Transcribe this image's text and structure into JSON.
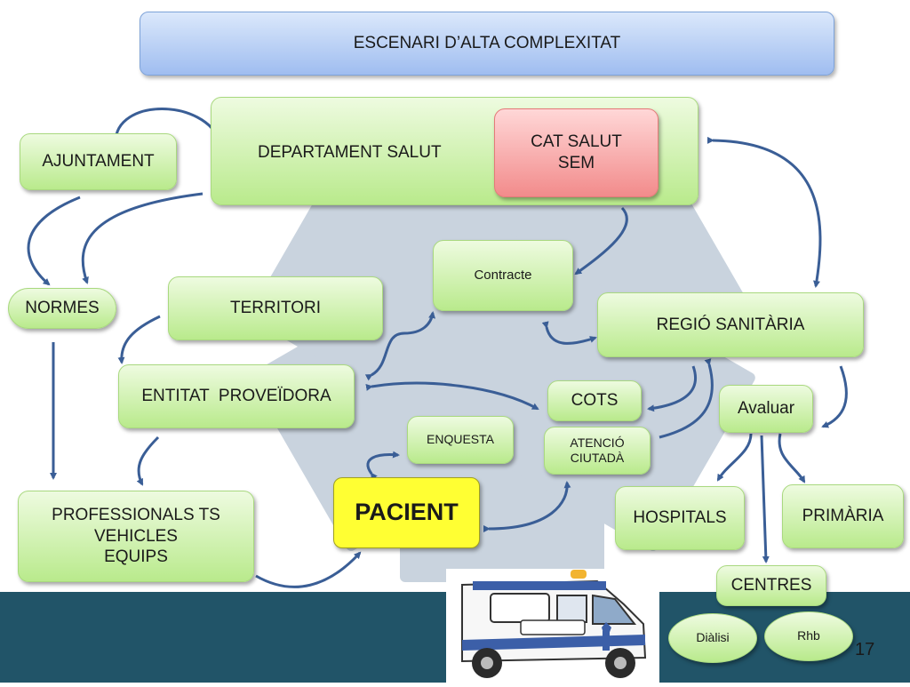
{
  "title": "ESCENARI D’ALTA COMPLEXITAT",
  "nodes": {
    "ajuntament": "AJUNTAMENT",
    "departament_salut": "DEPARTAMENT SALUT",
    "cat_salut": "CAT SALUT",
    "sem": "SEM",
    "normes": "NORMES",
    "territori": "TERRITORI",
    "contracte": "Contracte",
    "regio_sanitaria": "REGIÓ SANITÀRIA",
    "entitat_proveidora": "ENTITAT  PROVEÏDORA",
    "cots": "COTS",
    "avaluar": "Avaluar",
    "enquesta": "ENQUESTA",
    "atencio": "ATENCIÓ",
    "ciutada": "CIUTADÀ",
    "professionals_ts": "PROFESSIONALS TS",
    "vehicles": "VEHICLES",
    "equips": "EQUIPS",
    "pacient": "PACIENT",
    "hospitals": "HOSPITALS",
    "primaria": "PRIMÀRIA",
    "centres": "CENTRES",
    "dialisi": "Diàlisi",
    "rhb": "Rhb"
  },
  "page_number": "17",
  "colors": {
    "node_green": "#b9ea8c",
    "node_red": "#f28b8b",
    "pacient_yellow": "#ffff33",
    "arrow_blue": "#3a5e96",
    "band": "#215468",
    "title_blue": "#9fbdf0"
  },
  "icons": {
    "background": "star-of-life-icon",
    "vehicle": "ambulance-icon"
  }
}
